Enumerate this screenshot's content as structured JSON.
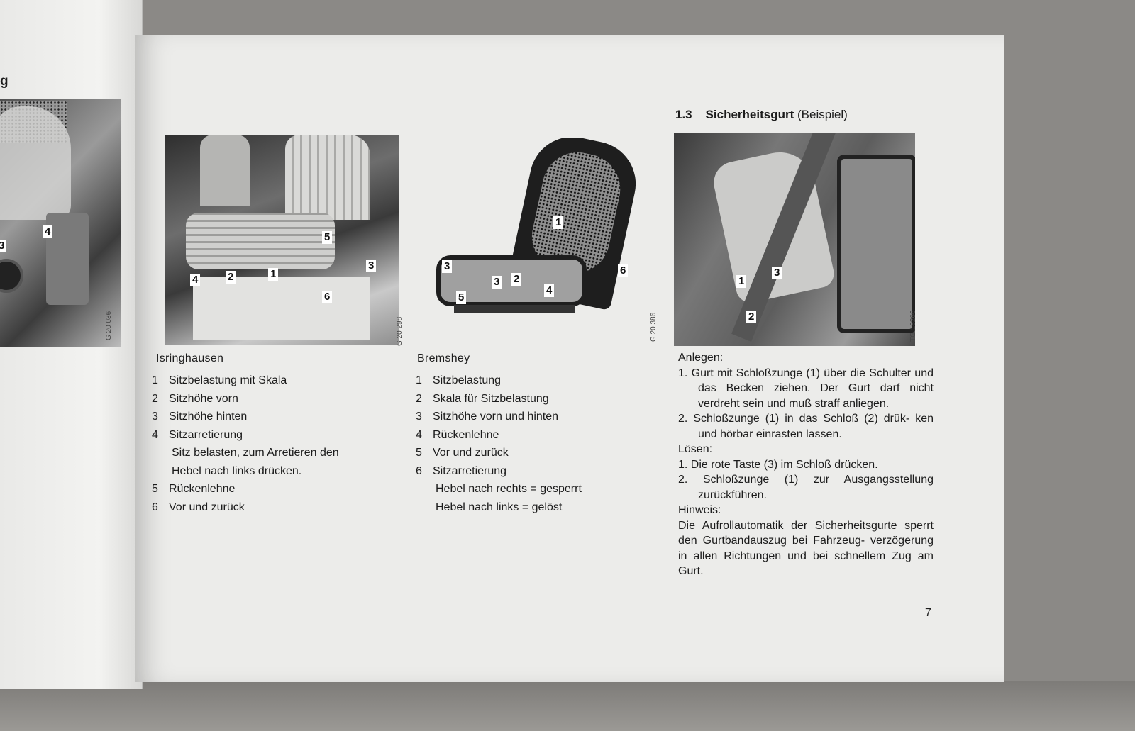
{
  "left_page": {
    "title_fragment": "g",
    "photo_labels": [
      "4",
      "3"
    ],
    "photo_code": "G 20 036"
  },
  "figures": {
    "isringhausen": {
      "labels": [
        "5",
        "4",
        "2",
        "1",
        "3",
        "6"
      ],
      "code": "G 20 298"
    },
    "bremshey": {
      "labels": [
        "1",
        "3",
        "3",
        "2",
        "5",
        "4",
        "6"
      ],
      "code": "G 20 386"
    },
    "belt": {
      "labels": [
        "1",
        "3",
        "2"
      ],
      "code": "TG 18266"
    }
  },
  "isringhausen": {
    "caption": "Isringhausen",
    "items": [
      {
        "n": "1",
        "label": "Sitzbelastung mit Skala"
      },
      {
        "n": "2",
        "label": "Sitzhöhe vorn"
      },
      {
        "n": "3",
        "label": "Sitzhöhe hinten"
      },
      {
        "n": "4",
        "label": "Sitzarretierung",
        "detail1": "Sitz belasten, zum Arretieren den",
        "detail2": "Hebel nach links drücken."
      },
      {
        "n": "5",
        "label": "Rückenlehne"
      },
      {
        "n": "6",
        "label": "Vor und zurück"
      }
    ]
  },
  "bremshey": {
    "caption": "Bremshey",
    "items": [
      {
        "n": "1",
        "label": "Sitzbelastung"
      },
      {
        "n": "2",
        "label": "Skala für Sitzbelastung"
      },
      {
        "n": "3",
        "label": "Sitzhöhe vorn und hinten"
      },
      {
        "n": "4",
        "label": "Rückenlehne"
      },
      {
        "n": "5",
        "label": "Vor und zurück"
      },
      {
        "n": "6",
        "label": "Sitzarretierung",
        "detail1": "Hebel nach rechts = gesperrt",
        "detail2": "Hebel nach links = gelöst"
      }
    ]
  },
  "belt_section": {
    "number": "1.3",
    "title": "Sicherheitsgurt",
    "qualifier": "(Beispiel)",
    "anlegen_heading": "Anlegen:",
    "anlegen_1": "1. Gurt mit Schloßzunge (1) über die Schulter und das Becken ziehen. Der Gurt darf nicht verdreht sein und muß straff anliegen.",
    "anlegen_2": "2. Schloßzunge (1) in das Schloß (2) drük- ken und hörbar einrasten lassen.",
    "loesen_heading": "Lösen:",
    "loesen_1": "1. Die rote Taste (3) im Schloß drücken.",
    "loesen_2": "2. Schloßzunge (1) zur Ausgangsstellung zurückführen.",
    "hinweis_heading": "Hinweis:",
    "hinweis_text": "Die Aufrollautomatik der Sicherheitsgurte sperrt den Gurtbandauszug bei Fahrzeug- verzögerung in allen Richtungen und bei schnellem Zug am Gurt."
  },
  "page_number": "7"
}
